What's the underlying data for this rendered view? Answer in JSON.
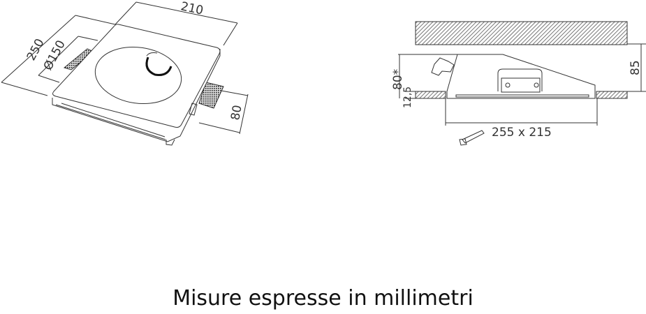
{
  "iso_view": {
    "dim_width": "210",
    "dim_length": "250",
    "dim_diameter": "Ø150",
    "dim_height": "80"
  },
  "section_view": {
    "dim_recess": "80*",
    "dim_panel": "12,5",
    "dim_clearance": "85",
    "dim_cutout": "255 x 215"
  },
  "caption": "Misure espresse in millimetri",
  "colors": {
    "line": "#333333",
    "hatch": "#555555"
  }
}
